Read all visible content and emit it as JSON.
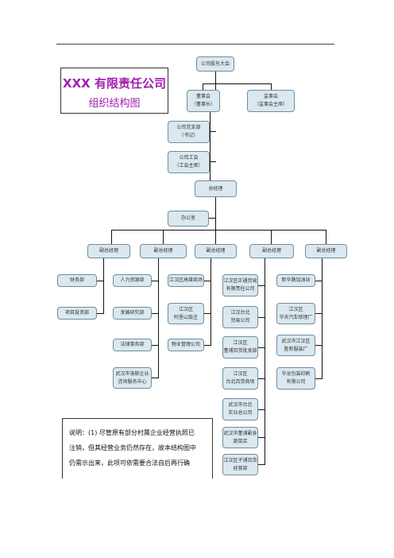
{
  "title": {
    "line1": "XXX 有限责任公司",
    "line2": "组织结构图"
  },
  "nodes": {
    "shareholders": "公司股东大会",
    "board": {
      "line1": "董事会",
      "line2": "（董事长）"
    },
    "supervisors": {
      "line1": "监事会",
      "line2": "（监事会主席）"
    },
    "party": {
      "line1": "公司党支部",
      "line2": "（书记）"
    },
    "union": {
      "line1": "公司工会",
      "line2": "（工会主席）"
    },
    "gm": "总经理",
    "office": "办公室",
    "vp1": "副总经理",
    "vp2": "副总经理",
    "vp3": "副总经理",
    "vp4": "副总经理",
    "vp5": "副总经理",
    "col1": [
      "财务部",
      "项目投资部"
    ],
    "col2": [
      "人力资源部",
      "发展研究部",
      "法律事务部",
      {
        "line1": "武汉市洛斯企业",
        "line2": "咨询服务中心"
      }
    ],
    "col3": [
      "江汉区高雄商场",
      {
        "line1": "江汉区",
        "line2": "阿里山饭庄"
      },
      "物业管理公司"
    ],
    "col4": [
      {
        "line1": "江汉区正通贸易",
        "line2": "有限责任公司"
      },
      {
        "line1": "江汉台北",
        "line2": "贸易公司"
      },
      {
        "line1": "江汉区",
        "line2": "董浦百货批发部"
      },
      {
        "line1": "江汉区",
        "line2": "台北百货商场"
      },
      {
        "line1": "武汉市台北",
        "line2": "实业总公司"
      },
      {
        "line1": "武汉市董浦副食",
        "line2": "蔬菜店"
      },
      {
        "line1": "江汉区子浦百货",
        "line2": "经营部"
      }
    ],
    "col5": [
      "新华路加油站",
      {
        "line1": "江汉区",
        "line2": "华天汽车修理厂"
      },
      {
        "line1": "武汉市江汉区",
        "line2": "胜新服装厂"
      },
      {
        "line1": "华龙包装印刷",
        "line2": "有限公司"
      }
    ]
  },
  "note": {
    "lines": [
      "说明：(1) 尽管原有部分村属企业经营执照已",
      "注销，但其经营业务仍然存在，故本结构图中",
      "仍需示出来，此项可依需要合法自后再行确"
    ]
  }
}
